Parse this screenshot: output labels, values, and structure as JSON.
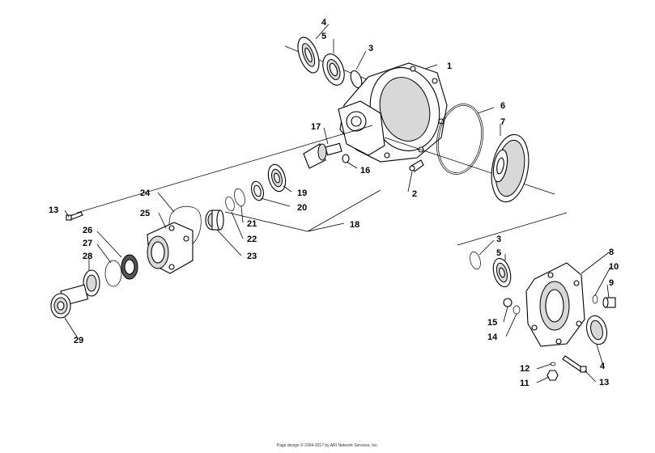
{
  "callouts": {
    "c1": "1",
    "c2": "2",
    "c3a": "3",
    "c3b": "3",
    "c4a": "4",
    "c4b": "4",
    "c5a": "5",
    "c5b": "5",
    "c6": "6",
    "c7": "7",
    "c8": "8",
    "c9": "9",
    "c10": "10",
    "c11": "11",
    "c12": "12",
    "c13a": "13",
    "c13b": "13",
    "c14": "14",
    "c15": "15",
    "c16": "16",
    "c17": "17",
    "c18": "18",
    "c19": "19",
    "c20": "20",
    "c21": "21",
    "c22": "22",
    "c23": "23",
    "c24": "24",
    "c25": "25",
    "c26": "26",
    "c27": "27",
    "c28": "28",
    "c29": "29"
  },
  "footer": "Page design © 2004-2017 by ARI Network Services, Inc."
}
